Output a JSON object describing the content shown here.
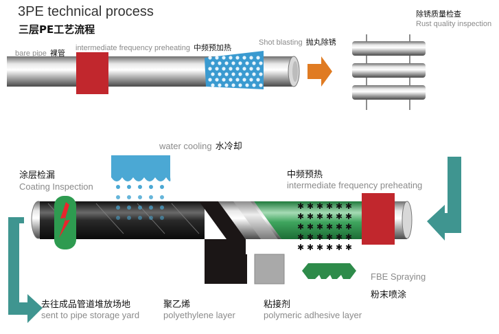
{
  "title": {
    "english": "3PE technical process",
    "chinese": "三层PE工艺流程"
  },
  "top_row": {
    "bare_pipe": {
      "en": "bare pipe",
      "zh": "裸管"
    },
    "preheating": {
      "en": "intermediate frequency preheating",
      "zh": "中频预加热"
    },
    "shot_blasting": {
      "en": "Shot blasting",
      "zh": "抛丸除锈"
    },
    "rust_inspection": {
      "en": "Rust quality inspection",
      "zh": "除锈质量检查"
    }
  },
  "bottom_row": {
    "water_cooling": {
      "en": "water cooling",
      "zh": "水冷却"
    },
    "coating_inspection": {
      "en": "Coating Inspection",
      "zh": "涂层检漏"
    },
    "preheating": {
      "en": "intermediate frequency preheating",
      "zh": "中频预热"
    },
    "fbe_spraying": {
      "en": "FBE Spraying",
      "zh": "粉末喷涂"
    },
    "storage": {
      "en": "sent to pipe storage yard",
      "zh": "去往成品管道堆放场地"
    },
    "polyethylene": {
      "en": "polyethylene layer",
      "zh": "聚乙烯"
    },
    "adhesive": {
      "en": "polymeric adhesive layer",
      "zh": "粘接剂"
    }
  },
  "colors": {
    "heater_red": "#c1272d",
    "blast_blue": "#3a9ad0",
    "arrow_orange": "#e07b22",
    "arrow_teal": "#3f9590",
    "fbe_green": "#2e8b4a",
    "pe_black": "#1b1616",
    "adhesive_gray": "#a9a9a9"
  }
}
